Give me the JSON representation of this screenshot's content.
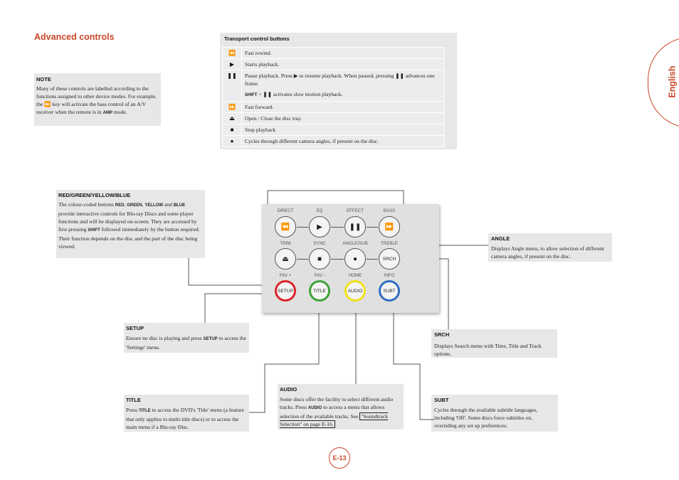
{
  "section_title": "Advanced controls",
  "side_tab": "English",
  "page_number": "E-13",
  "note": {
    "title": "NOTE",
    "text_1": "Many of these controls are labelled according to the functions assigned to other device modes. For example, the",
    "text_2": "key will activate the bass control of an A/V receiver when the remote is in",
    "amp": "AMP",
    "text_3": "mode."
  },
  "transport": {
    "title": "Transport control buttons",
    "rows": [
      {
        "icon": "⏪",
        "icon_name": "rewind-icon",
        "text": "Fast rewind."
      },
      {
        "icon": "▶",
        "icon_name": "play-icon",
        "text": "Starts playback."
      },
      {
        "icon": "❚❚",
        "icon_name": "pause-icon",
        "text": "Pause playback. Press ▶ to resume playback. When paused, pressing ❚❚ advances one frame.",
        "extra_shift": "SHIFT",
        "extra_text": "+ ❚❚ activates slow motion playback."
      },
      {
        "icon": "⏩",
        "icon_name": "fast-forward-icon",
        "text": "Fast forward."
      },
      {
        "icon": "⏏",
        "icon_name": "eject-icon",
        "text": "Open / Close the disc tray."
      },
      {
        "icon": "■",
        "icon_name": "stop-icon",
        "text": "Stop playback"
      },
      {
        "icon": "●",
        "icon_name": "angle-icon",
        "text": "Cycles through different camera angles, if present on the disc."
      }
    ]
  },
  "rgyb": {
    "title": "RED/GREEN/YELLOW/BLUE",
    "t1": "The colour-coded buttons",
    "red": "RED",
    "green": "GREEN",
    "yellow": "YELLOW",
    "and": "and",
    "blue": "BLUE",
    "t2": "provide interactive controls for Blu-ray Discs and some player functions and will be displayed on-screen. They are accessed by first pressing",
    "shift": "SHIFT",
    "t3": "followed immediately by the button required. Their function depends on the disc and the part of the disc being viewed."
  },
  "angle": {
    "title": "ANGLE",
    "text": "Displays Angle menu, to allow selection of different camera angles, if present on the disc."
  },
  "srch": {
    "title": "SRCH",
    "text": "Displays Search menu with Time, Title and Track options."
  },
  "setup": {
    "title": "SETUP",
    "t1": "Ensure no disc is playing and press",
    "key": "SETUP",
    "t2": "to access the 'Settings' menu."
  },
  "title_box": {
    "title": "TITLE",
    "t1": "Press",
    "key": "TITLE",
    "t2": "to access the DVD's 'Title' menu (a feature that only applies to multi-title discs) or to access the main menu if a Blu-ray Disc."
  },
  "audio": {
    "title": "AUDIO",
    "t1": "Some discs offer the facility to select different audio tracks. Press",
    "key": "AUDIO",
    "t2": "to access a menu that allows selection of the available tracks. See",
    "link": "\"Soundtrack Selection\" on page E-16."
  },
  "subt": {
    "title": "SUBT",
    "text": "Cycles through the available subtitle languages, including 'Off'. Some discs force subtitles on, overriding any set up preferences."
  },
  "remote": {
    "row1_labels": [
      "DIRECT",
      "EQ",
      "EFFECT",
      "BASS"
    ],
    "row2_labels": [
      "TRIM",
      "SYNC",
      "ANGLE/SUB",
      "TREBLE"
    ],
    "row3_labels": [
      "FAV +",
      "FAV -",
      "HOME",
      "INFO"
    ],
    "row1_icons": [
      "⏪",
      "▶",
      "❚❚",
      "⏩"
    ],
    "row2_icons": [
      "⏏",
      "■",
      "●",
      "SRCH"
    ],
    "row3_buttons": [
      "SETUP",
      "TITLE",
      "AUDIO",
      "SUBT"
    ],
    "row3_colors": [
      "#d9232a",
      "#3ea23a",
      "#f2e21b",
      "#2f6fc2"
    ]
  }
}
